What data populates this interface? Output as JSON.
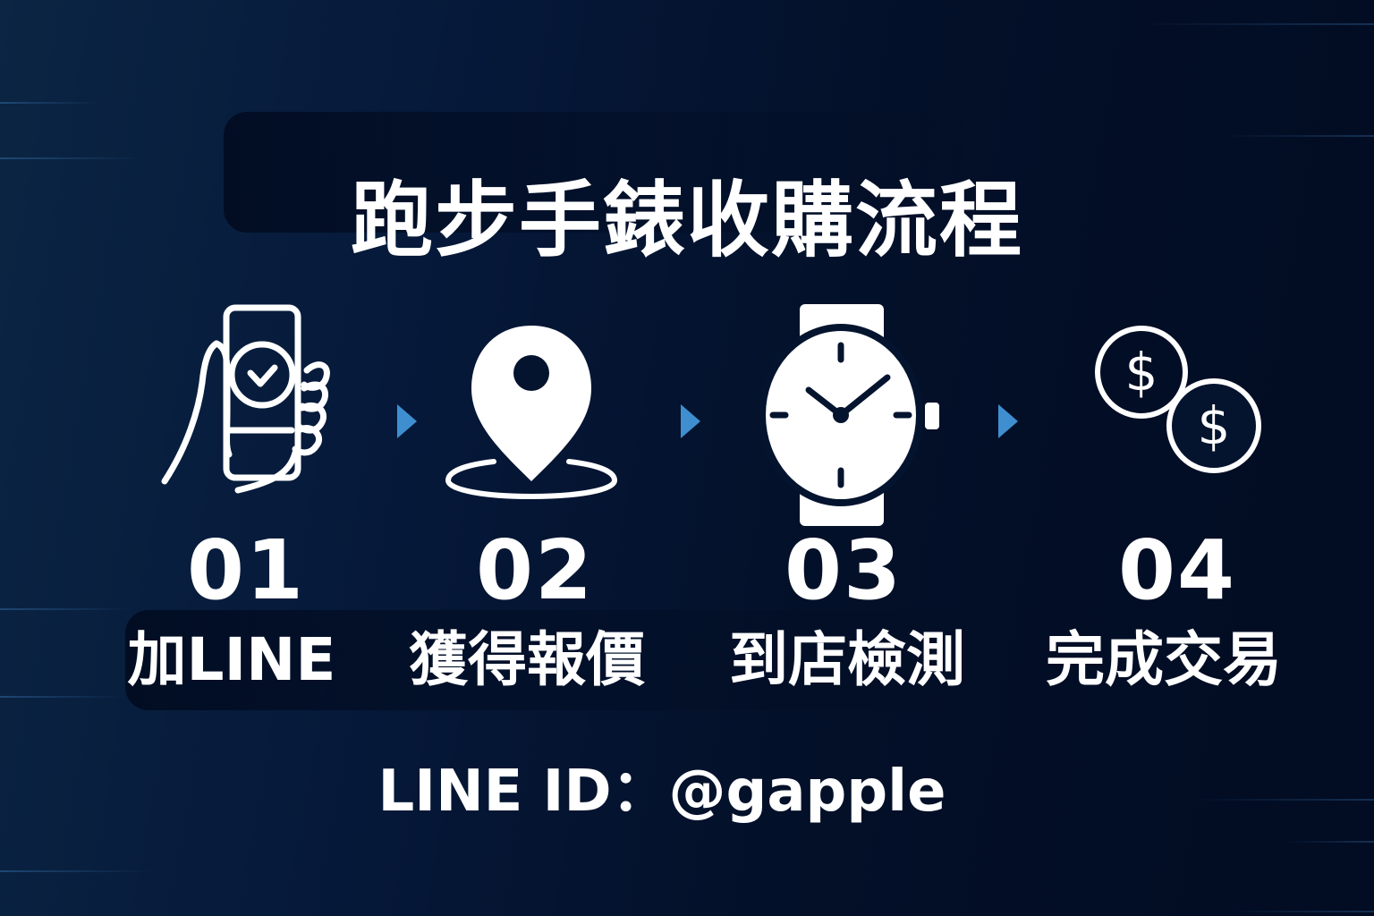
{
  "title": "跑步手錶收購流程",
  "steps": [
    {
      "number": "01",
      "label": "加LINE",
      "icon": "hand-phone-check-icon"
    },
    {
      "number": "02",
      "label": "獲得報價",
      "icon": "location-pin-icon"
    },
    {
      "number": "03",
      "label": "到店檢測",
      "icon": "wristwatch-icon"
    },
    {
      "number": "04",
      "label": "完成交易",
      "icon": "dollar-coins-icon"
    }
  ],
  "arrows": [
    "arrow-right-icon",
    "arrow-right-icon",
    "arrow-right-icon"
  ],
  "contact": {
    "text": "LINE ID：@gapple"
  },
  "colors": {
    "background": "#041432",
    "accent_arrow": "#3f8fd0",
    "text": "#ffffff"
  }
}
